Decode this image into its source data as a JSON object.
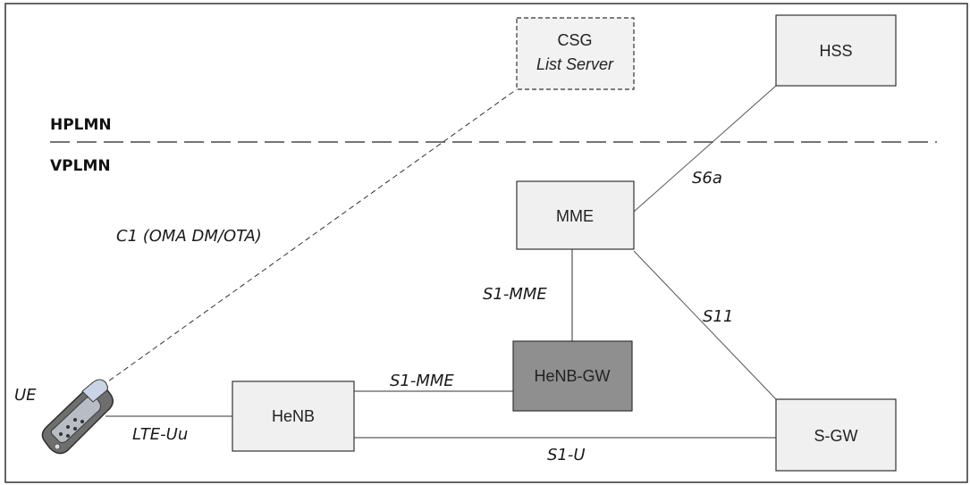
{
  "regions": {
    "home": "HPLMN",
    "visited": "VPLMN"
  },
  "nodes": {
    "csg_line1": "CSG",
    "csg_line2": "List Server",
    "hss": "HSS",
    "mme": "MME",
    "henb_gw": "HeNB-GW",
    "henb": "HeNB",
    "sgw": "S-GW",
    "ue": "UE"
  },
  "interfaces": {
    "c1": "C1 (OMA DM/OTA)",
    "s6a": "S6a",
    "s1_mme_vertical": "S1-MME",
    "s11": "S11",
    "s1_mme_horizontal": "S1-MME",
    "lte_uu": "LTE-Uu",
    "s1_u": "S1-U"
  }
}
